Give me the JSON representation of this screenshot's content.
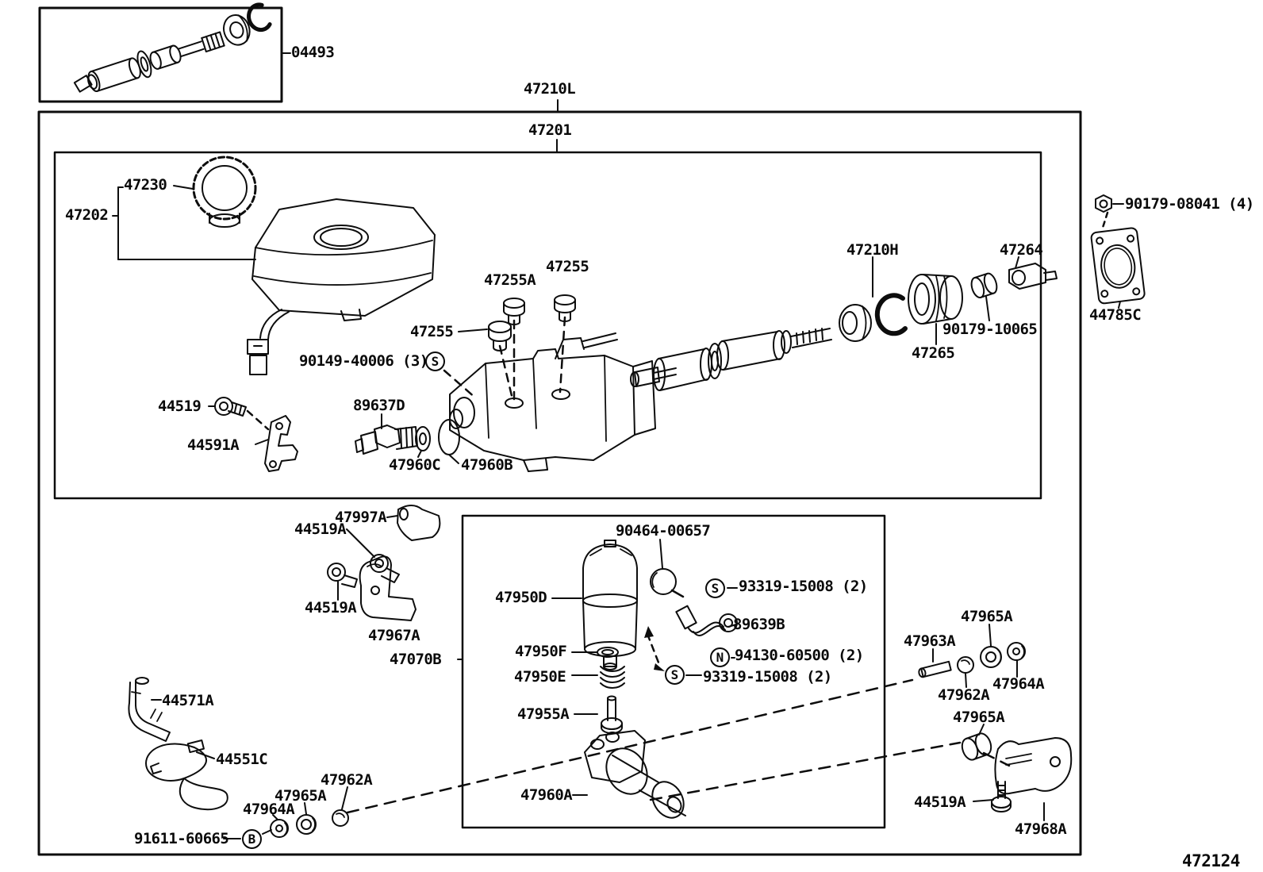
{
  "figure": {
    "number": "472124"
  },
  "callout_letters": {
    "s": "S",
    "n": "N",
    "b": "B"
  },
  "labels": [
    {
      "name": "kit-04493",
      "text": "04493"
    },
    {
      "name": "assy-47210l",
      "text": "47210L"
    },
    {
      "name": "assy-47201",
      "text": "47201"
    },
    {
      "name": "cap-47230",
      "text": "47230"
    },
    {
      "name": "reservoir-47202",
      "text": "47202"
    },
    {
      "name": "plug-47255a",
      "text": "47255A"
    },
    {
      "name": "plug-47255-top",
      "text": "47255"
    },
    {
      "name": "plug-47255-left",
      "text": "47255"
    },
    {
      "name": "screw-90149-40006",
      "text": "90149-40006 (3)"
    },
    {
      "name": "bolt-44519",
      "text": "44519"
    },
    {
      "name": "bracket-44591a",
      "text": "44591A"
    },
    {
      "name": "sensor-89637d",
      "text": "89637D"
    },
    {
      "name": "washer-47960c",
      "text": "47960C"
    },
    {
      "name": "oring-47960b",
      "text": "47960B"
    },
    {
      "name": "snapring-47210h",
      "text": "47210H"
    },
    {
      "name": "clamp-47264",
      "text": "47264"
    },
    {
      "name": "bushing-90179-10065",
      "text": "90179-10065"
    },
    {
      "name": "boot-47265",
      "text": "47265"
    },
    {
      "name": "nut-90179-08041",
      "text": "90179-08041 (4)"
    },
    {
      "name": "gasket-44785c",
      "text": "44785C"
    },
    {
      "name": "clip-47997a",
      "text": "47997A"
    },
    {
      "name": "bolt-44519a-1",
      "text": "44519A"
    },
    {
      "name": "bolt-44519a-2",
      "text": "44519A"
    },
    {
      "name": "bracket-47967a",
      "text": "47967A"
    },
    {
      "name": "bracket-47070b",
      "text": "47070B"
    },
    {
      "name": "clamp-90464-00657",
      "text": "90464-00657"
    },
    {
      "name": "accumulator-47950d",
      "text": "47950D"
    },
    {
      "name": "screw-93319-15008-1",
      "text": "93319-15008 (2)"
    },
    {
      "name": "harness-89639b",
      "text": "89639B"
    },
    {
      "name": "oring-47950f",
      "text": "47950F"
    },
    {
      "name": "nut-94130-60500",
      "text": "94130-60500 (2)"
    },
    {
      "name": "screw-93319-15008-2",
      "text": "93319-15008 (2)"
    },
    {
      "name": "spring-47950e",
      "text": "47950E"
    },
    {
      "name": "bolt-47955a",
      "text": "47955A"
    },
    {
      "name": "solenoid-47960a",
      "text": "47960A"
    },
    {
      "name": "pin-47963a",
      "text": "47963A"
    },
    {
      "name": "bushing-47965a-1",
      "text": "47965A"
    },
    {
      "name": "cap-47962a-1",
      "text": "47962A"
    },
    {
      "name": "grommet-47964a-1",
      "text": "47964A"
    },
    {
      "name": "bushing-47965a-2",
      "text": "47965A"
    },
    {
      "name": "bolt-44519a-3",
      "text": "44519A"
    },
    {
      "name": "bracket-47968a",
      "text": "47968A"
    },
    {
      "name": "hose-44571a",
      "text": "44571A"
    },
    {
      "name": "wire-44551c",
      "text": "44551C"
    },
    {
      "name": "cap-47962a-2",
      "text": "47962A"
    },
    {
      "name": "bushing-47965a-3",
      "text": "47965A"
    },
    {
      "name": "grommet-47964a-2",
      "text": "47964A"
    },
    {
      "name": "bolt-91611-60665",
      "text": "91611-60665"
    },
    {
      "name": "figure-number",
      "text": "472124"
    }
  ]
}
